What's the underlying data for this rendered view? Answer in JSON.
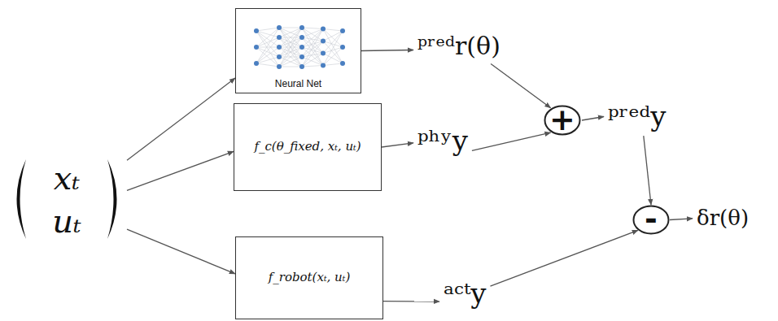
{
  "diagram": {
    "nodes": [
      {
        "text": [
          "xₜ",
          "uₜ"
        ]
      },
      {
        "text": [
          "Neural Net"
        ]
      },
      {
        "text": [
          "ᵖʳᵉᵈr(θ)"
        ]
      },
      {
        "text": [
          "f_c(θ_fixed, xₜ, uₜ)"
        ]
      },
      {
        "text": [
          "ᵖʰʸy"
        ]
      },
      {
        "text": [
          "+"
        ]
      },
      {
        "text": [
          "ᵖʳᵉᵈy"
        ]
      },
      {
        "text": [
          "-"
        ]
      },
      {
        "text": [
          "δr(θ)"
        ]
      },
      {
        "text": [
          "f_robot(xₜ, uₜ)"
        ]
      },
      {
        "text": [
          "ᵃᶜᵗy"
        ]
      }
    ],
    "edges": [
      {
        "from": 0,
        "to": 1,
        "arrow": "to"
      },
      {
        "from": 0,
        "to": 3,
        "arrow": "to"
      },
      {
        "from": 0,
        "to": 9,
        "arrow": "to"
      },
      {
        "from": 1,
        "to": 2,
        "arrow": "to"
      },
      {
        "from": 2,
        "to": 5,
        "arrow": "to"
      },
      {
        "from": 3,
        "to": 4,
        "arrow": "to"
      },
      {
        "from": 4,
        "to": 5,
        "arrow": "to"
      },
      {
        "from": 5,
        "to": 6,
        "arrow": "to"
      },
      {
        "from": 6,
        "to": 7,
        "arrow": "to"
      },
      {
        "from": 7,
        "to": 8,
        "arrow": "to"
      },
      {
        "from": 9,
        "to": 10,
        "arrow": "to"
      },
      {
        "from": 10,
        "to": 7,
        "arrow": "to"
      }
    ]
  }
}
